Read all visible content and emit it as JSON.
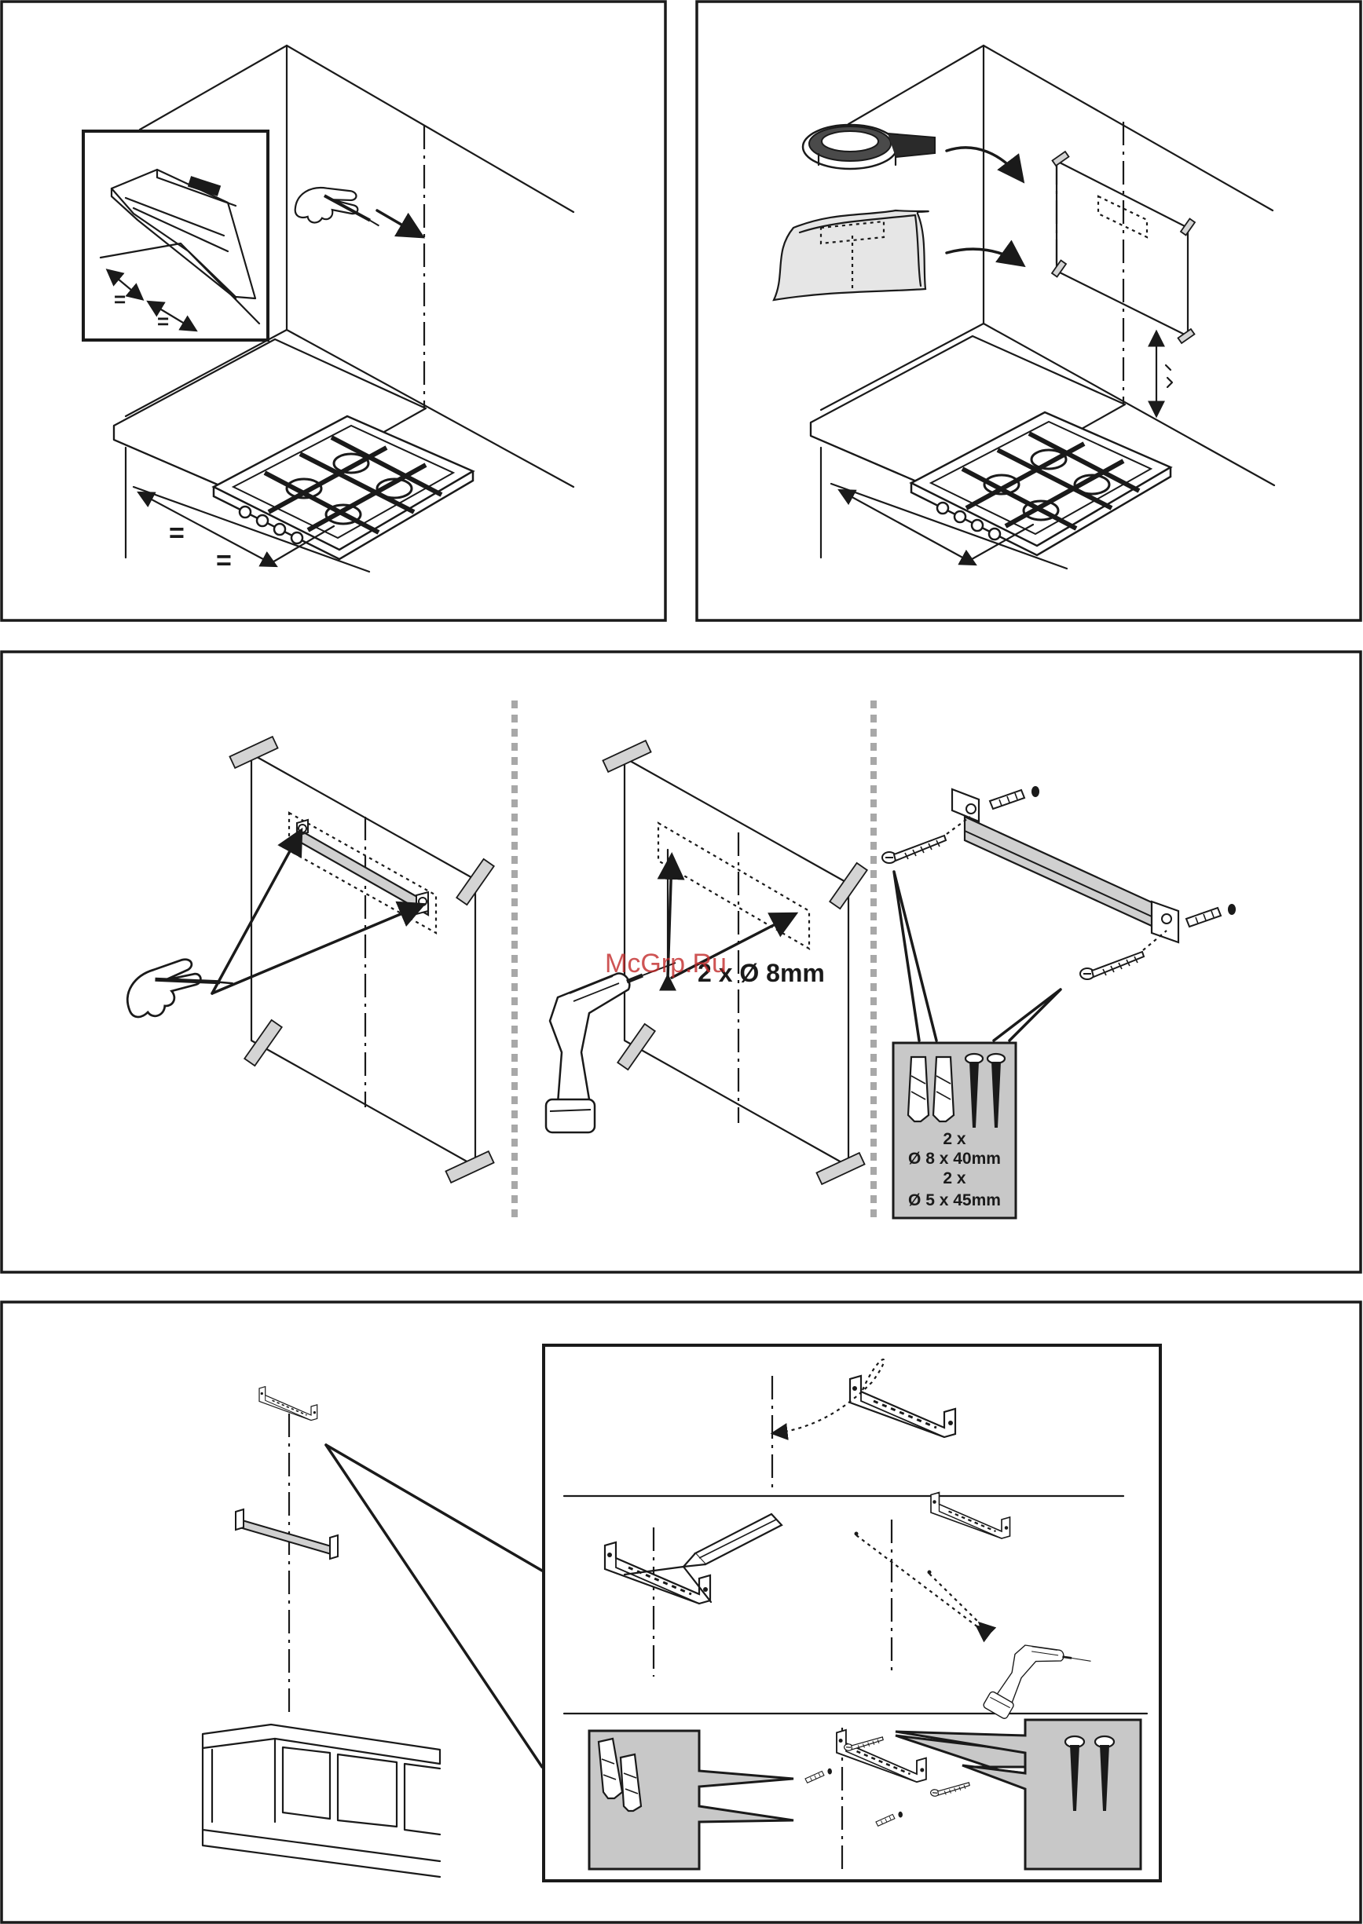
{
  "labels": {
    "equal": "=",
    "drill_size": "2 x Ø 8mm",
    "kit_qty_1": "2 x",
    "kit_dowel": "Ø 8 x 40mm",
    "kit_qty_2": "2 x",
    "kit_screw": "Ø 5 x 45mm",
    "watermark": "McGrp.Ru"
  },
  "icons": [
    "pencil-hand-icon",
    "drill-icon",
    "tape-roll-icon",
    "template-sheet-icon",
    "wall-plug-icon",
    "screw-icon",
    "bracket-icon",
    "hob-icon",
    "cabinet-icon"
  ]
}
